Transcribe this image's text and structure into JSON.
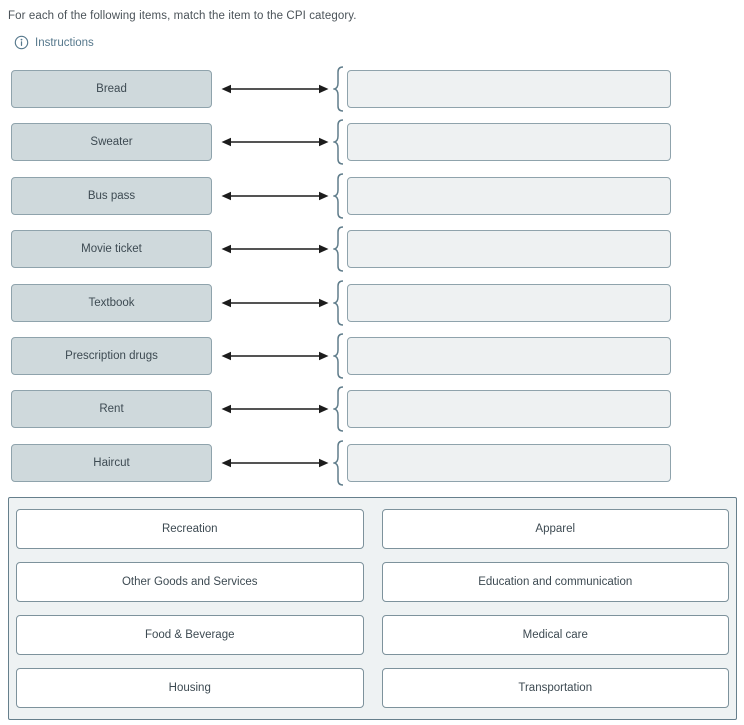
{
  "prompt": "For each of the following items, match the item to the CPI category.",
  "instructions": {
    "label": "Instructions",
    "icon": "info-icon"
  },
  "match": {
    "items": [
      {
        "label": "Bread",
        "selected": ""
      },
      {
        "label": "Sweater",
        "selected": ""
      },
      {
        "label": "Bus pass",
        "selected": ""
      },
      {
        "label": "Movie ticket",
        "selected": ""
      },
      {
        "label": "Textbook",
        "selected": ""
      },
      {
        "label": "Prescription drugs",
        "selected": ""
      },
      {
        "label": "Rent",
        "selected": ""
      },
      {
        "label": "Haircut",
        "selected": ""
      }
    ]
  },
  "word_bank": {
    "options": [
      "Recreation",
      "Apparel",
      "Other Goods and Services",
      "Education and communication",
      "Food & Beverage",
      "Medical care",
      "Housing",
      "Transportation"
    ]
  },
  "colors": {
    "item_box_fill": "#cfd9dc",
    "target_box_fill": "#eef1f2",
    "box_border": "#8fa3ac",
    "word_bank_fill": "#eef2f3",
    "link": "#56788c",
    "arrow": "#1c1c1c",
    "brace": "#607d8b",
    "text": "#3d4a52"
  }
}
